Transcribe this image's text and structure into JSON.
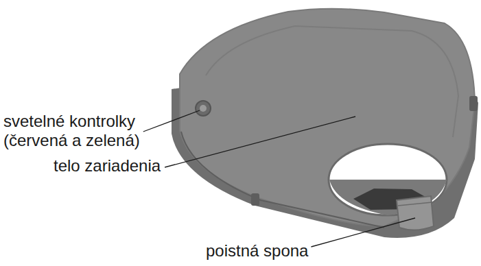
{
  "diagram": {
    "labels": [
      "svetelné kontrolky (červená a zelená)",
      "telo zariadenia",
      "poistná spona"
    ]
  }
}
